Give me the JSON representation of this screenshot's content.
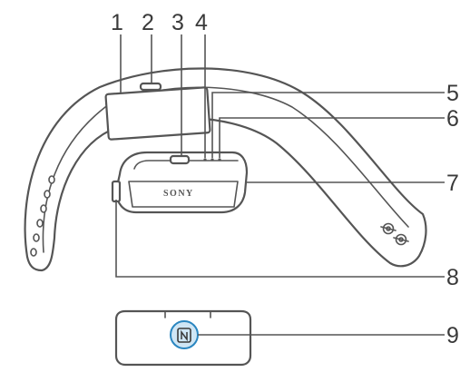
{
  "callouts": [
    {
      "label": "1",
      "part": "strap"
    },
    {
      "label": "2",
      "part": "strap-window"
    },
    {
      "label": "3",
      "part": "power-key"
    },
    {
      "label": "4",
      "part": "led-1"
    },
    {
      "label": "5",
      "part": "led-2"
    },
    {
      "label": "6",
      "part": "led-3"
    },
    {
      "label": "7",
      "part": "core-unit"
    },
    {
      "label": "8",
      "part": "charger-port"
    },
    {
      "label": "9",
      "part": "nfc-detection-area"
    }
  ],
  "device": {
    "brand_text": "SONY"
  },
  "colors": {
    "line": "#555555",
    "text": "#3a3a3a",
    "nfc_fill": "#cfe6f5",
    "nfc_ring": "#2a86c0"
  },
  "icons": {
    "nfc": "nfc-icon"
  }
}
